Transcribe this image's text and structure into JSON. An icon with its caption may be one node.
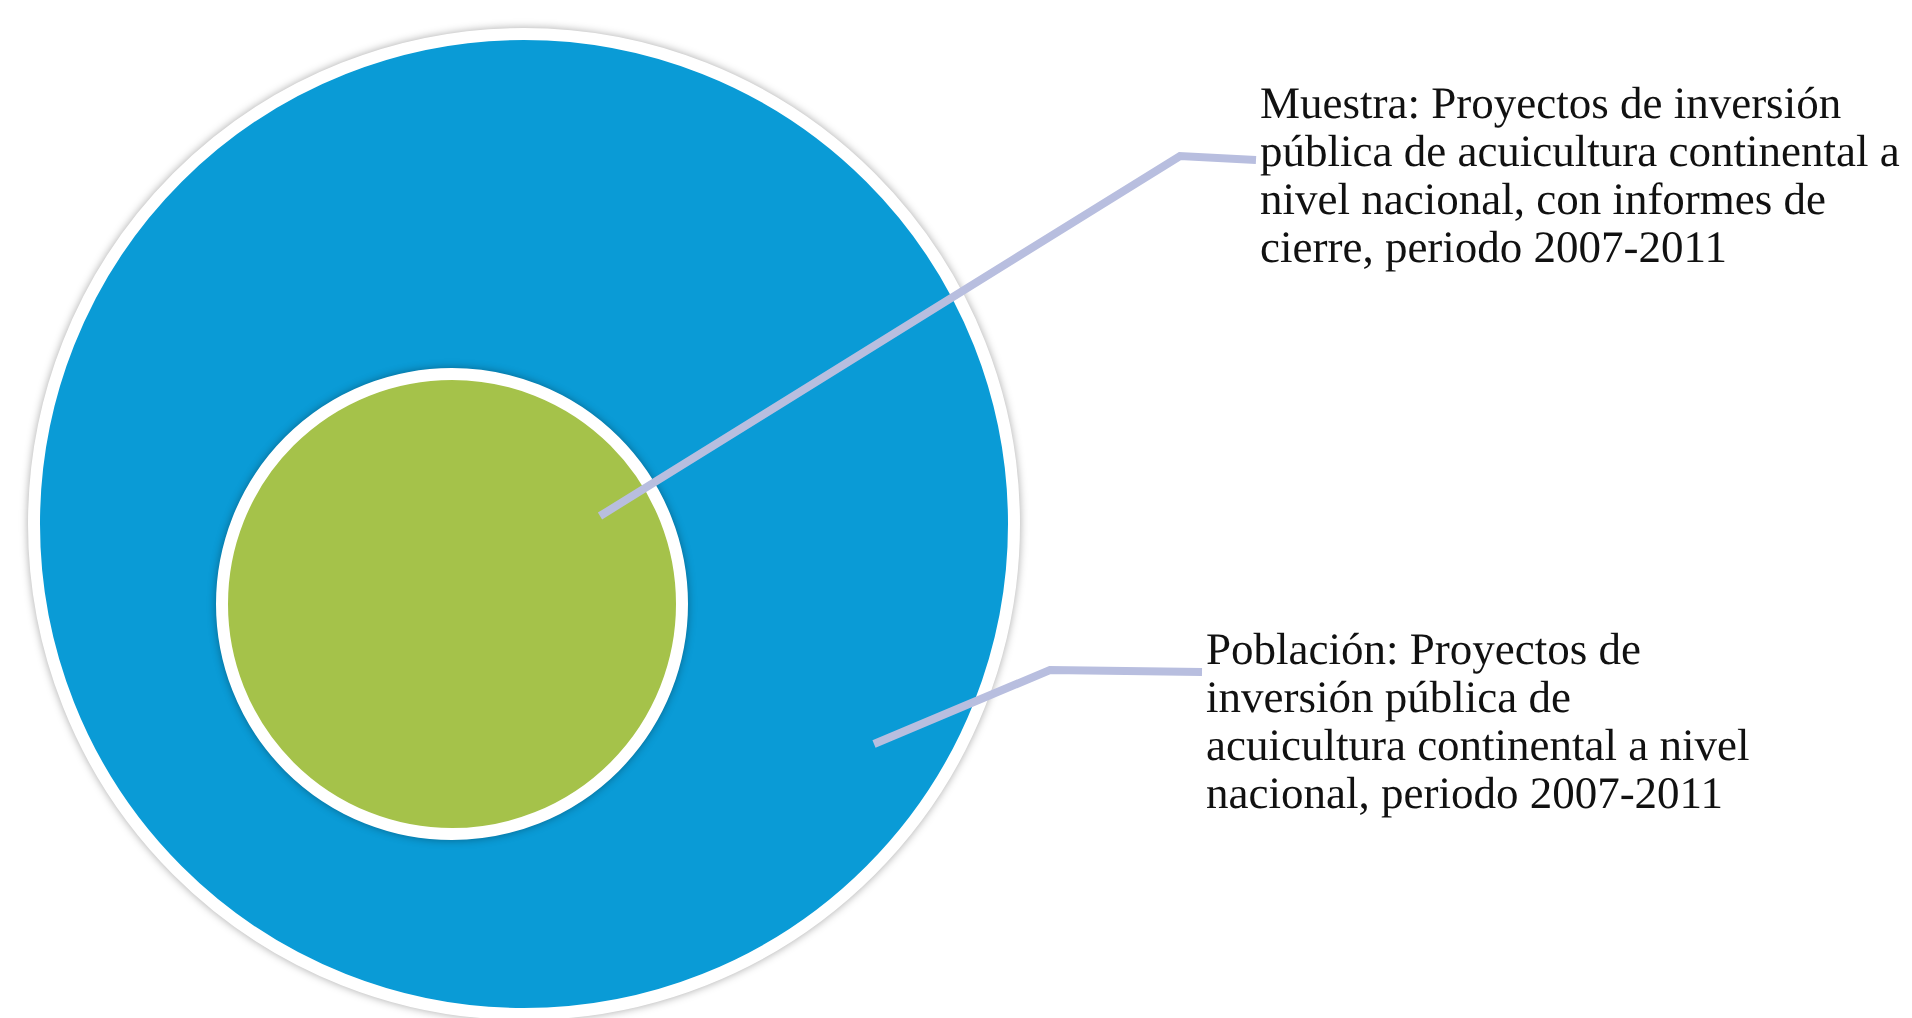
{
  "diagram": {
    "nodes": [
      {
        "text": [],
        "shape": "circle"
      },
      {
        "text": [],
        "shape": "circle",
        "in": 0
      },
      {
        "text": [
          "Muestra: Proyectos de inversión pública de acuicultura continental a nivel nacional, con informes de cierre, periodo 2007-2011"
        ]
      },
      {
        "text": [
          "Población: Proyectos de inversión pública de acuicultura continental a nivel nacional, periodo 2007-2011"
        ]
      }
    ],
    "edges": [
      {
        "from": 2,
        "to": 1,
        "arrow": "none"
      },
      {
        "from": 3,
        "to": 0,
        "arrow": "none"
      }
    ]
  }
}
